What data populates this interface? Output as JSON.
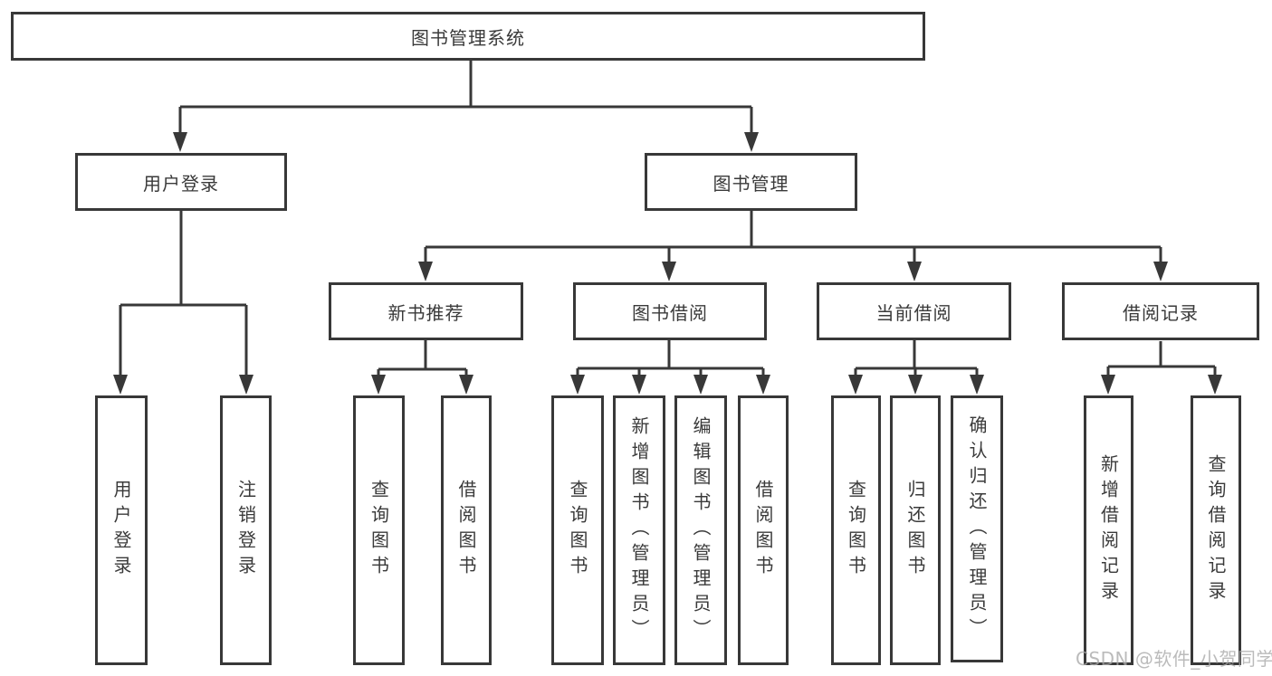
{
  "diagram": {
    "type": "tree",
    "root": {
      "label": "图书管理系统",
      "children": [
        {
          "label": "用户登录",
          "children": [
            {
              "label": "用户登录"
            },
            {
              "label": "注销登录"
            }
          ]
        },
        {
          "label": "图书管理",
          "children": [
            {
              "label": "新书推荐",
              "children": [
                {
                  "label": "查询图书"
                },
                {
                  "label": "借阅图书"
                }
              ]
            },
            {
              "label": "图书借阅",
              "children": [
                {
                  "label": "查询图书"
                },
                {
                  "label": "新增图书（管理员）"
                },
                {
                  "label": "编辑图书（管理员）"
                },
                {
                  "label": "借阅图书"
                }
              ]
            },
            {
              "label": "当前借阅",
              "children": [
                {
                  "label": "查询图书"
                },
                {
                  "label": "归还图书"
                },
                {
                  "label": "确认归还（管理员）"
                }
              ]
            },
            {
              "label": "借阅记录",
              "children": [
                {
                  "label": "新增借阅记录"
                },
                {
                  "label": "查询借阅记录"
                }
              ]
            }
          ]
        }
      ]
    }
  },
  "watermark": {
    "text": "CSDN @软件_小贺同学"
  },
  "colors": {
    "line": "#383838",
    "text": "#3a3a3a",
    "watermark": "#a8a8a8",
    "background": "#ffffff"
  }
}
